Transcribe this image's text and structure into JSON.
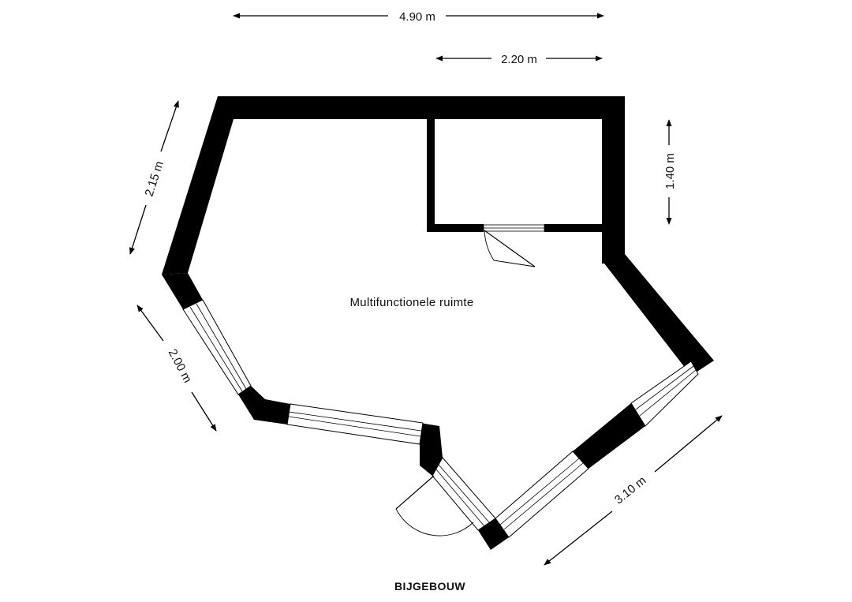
{
  "plan": {
    "title": "BIJGEBOUW",
    "room_label": "Multifunctionele ruimte",
    "dimensions": {
      "top_total": "4.90 m",
      "top_partial": "2.20 m",
      "right": "1.40 m",
      "upper_left": "2.15 m",
      "lower_left": "2.00 m",
      "lower_right": "3.10 m"
    }
  }
}
